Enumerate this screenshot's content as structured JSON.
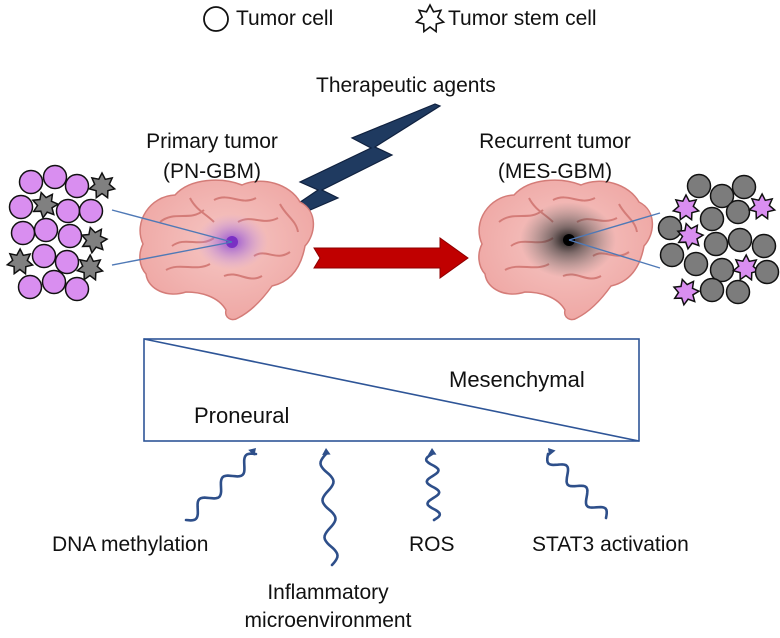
{
  "legend": {
    "tumor_cell": "Tumor cell",
    "tumor_stem_cell": "Tumor stem cell"
  },
  "therapy": {
    "label": "Therapeutic agents",
    "bolt_color": "#1f3a60"
  },
  "primary": {
    "title_line1": "Primary tumor",
    "title_line2": "(PN-GBM)",
    "cell_color": "#d98ef0",
    "stem_color": "#808080",
    "core_color": "#7a2fc4"
  },
  "recurrent": {
    "title_line1": "Recurrent tumor",
    "title_line2": "(MES-GBM)",
    "cell_color": "#7c7c7c",
    "stem_color": "#d98ef0",
    "core_color": "#000000"
  },
  "arrow_color": "#c00000",
  "gradient_box": {
    "label_left": "Proneural",
    "label_right": "Mesenchymal",
    "border_color": "#2e5597"
  },
  "factors": {
    "dna_methylation": "DNA methylation",
    "inflammatory_line1": "Inflammatory",
    "inflammatory_line2": "microenvironment",
    "ros": "ROS",
    "stat3": "STAT3 activation",
    "wave_color": "#2e4f8a"
  },
  "icons": [
    "circle-icon",
    "star-icon",
    "lightning-bolt-icon",
    "brain-icon",
    "right-arrow-icon",
    "wavy-arrow-icon"
  ]
}
